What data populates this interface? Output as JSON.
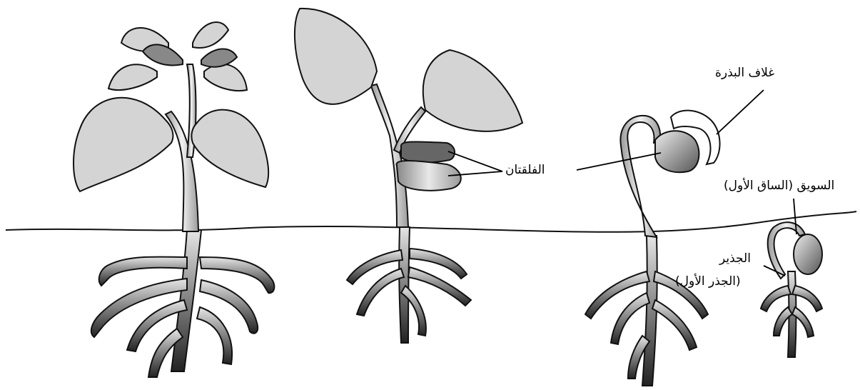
{
  "labels": {
    "seed_coat": "غلاف البذرة",
    "cotyledons": "الفلقتان",
    "hypocotyl": "السويق (الساق الأول)",
    "radicle_line1": "الجذير",
    "radicle_line2": "(الجذر الأول)"
  }
}
